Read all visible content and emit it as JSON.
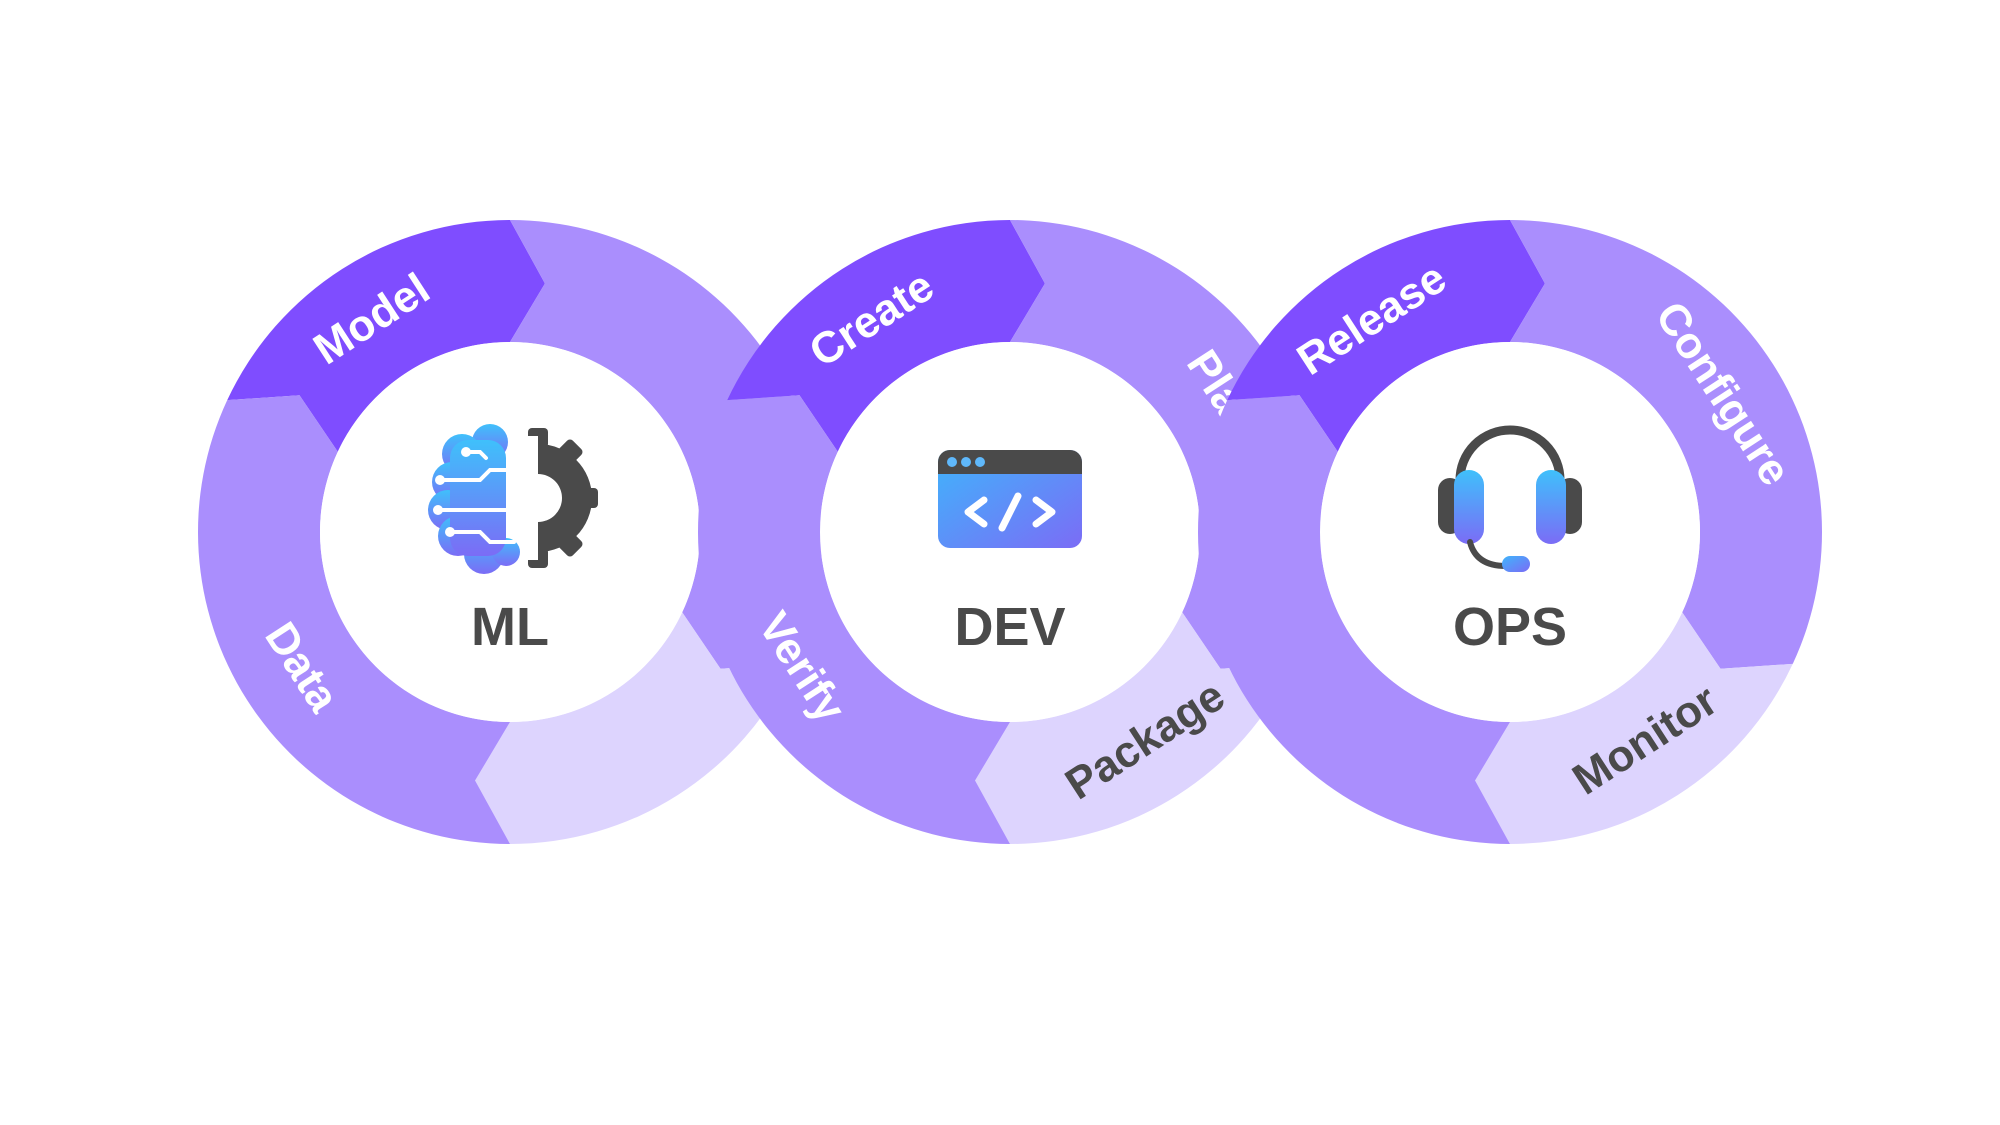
{
  "colors": {
    "dark": "#7f4dff",
    "medium": "#aa8efd",
    "light": "#ddd4fe",
    "text_on_dark": "#ffffff",
    "text_on_light": "#4a4a4a"
  },
  "cycles": [
    {
      "id": "ml",
      "title": "ML",
      "icon": "brain-gear-icon",
      "segments": [
        {
          "label": "Model",
          "tone": "dark"
        },
        {
          "label": "",
          "tone": "medium"
        },
        {
          "label": "",
          "tone": "light"
        },
        {
          "label": "Data",
          "tone": "medium"
        }
      ]
    },
    {
      "id": "dev",
      "title": "DEV",
      "icon": "code-window-icon",
      "segments": [
        {
          "label": "Create",
          "tone": "dark"
        },
        {
          "label": "Plan",
          "tone": "medium"
        },
        {
          "label": "Package",
          "tone": "light"
        },
        {
          "label": "Verify",
          "tone": "medium"
        }
      ]
    },
    {
      "id": "ops",
      "title": "OPS",
      "icon": "headset-icon",
      "segments": [
        {
          "label": "Release",
          "tone": "dark"
        },
        {
          "label": "Configure",
          "tone": "medium"
        },
        {
          "label": "Monitor",
          "tone": "light"
        },
        {
          "label": "",
          "tone": "medium"
        }
      ]
    }
  ]
}
